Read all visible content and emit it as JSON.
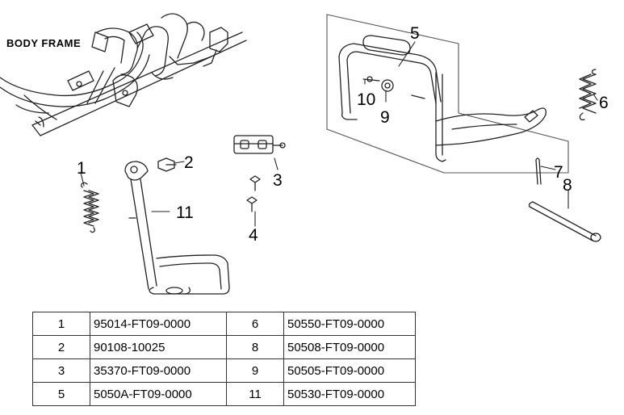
{
  "frame_label": "BODY  FRAME",
  "callouts": [
    "1",
    "2",
    "3",
    "4",
    "5",
    "6",
    "7",
    "8",
    "9",
    "10",
    "11"
  ],
  "parts_table": [
    {
      "ref_a": "1",
      "pn_a": "95014-FT09-0000",
      "ref_b": "6",
      "pn_b": "50550-FT09-0000"
    },
    {
      "ref_a": "2",
      "pn_a": "90108-10025",
      "ref_b": "8",
      "pn_b": "50508-FT09-0000"
    },
    {
      "ref_a": "3",
      "pn_a": "35370-FT09-0000",
      "ref_b": "9",
      "pn_b": "50505-FT09-0000"
    },
    {
      "ref_a": "5",
      "pn_a": "5050A-FT09-0000",
      "ref_b": "11",
      "pn_b": "50530-FT09-0000"
    }
  ]
}
